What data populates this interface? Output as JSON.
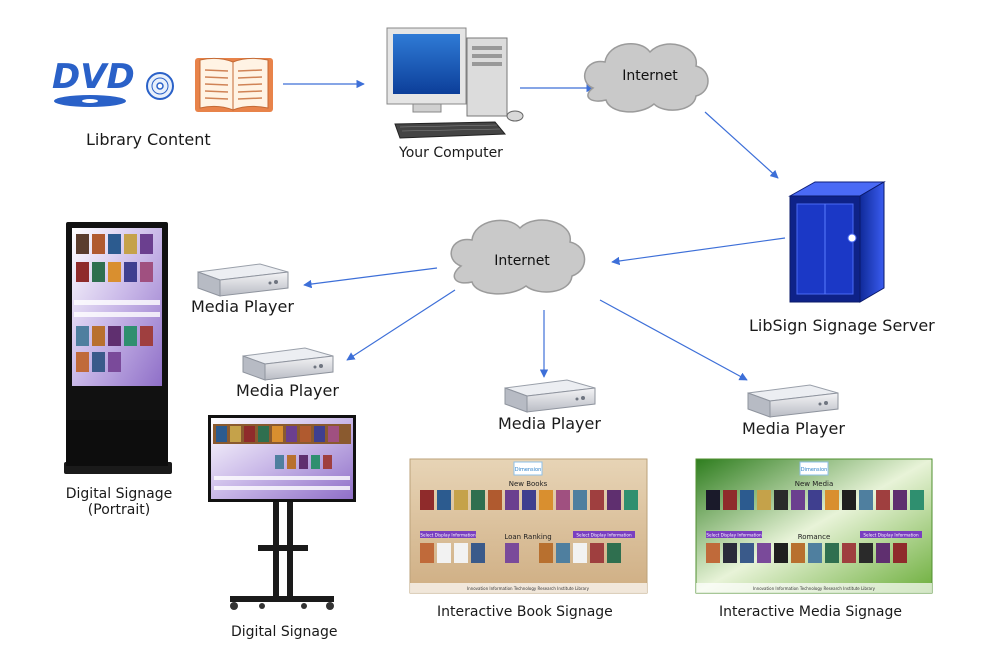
{
  "labels": {
    "library_content": "Library Content",
    "your_computer": "Your Computer",
    "internet_top": "Internet",
    "internet_mid": "Internet",
    "libsign_server": "LibSign Signage Server",
    "media_player_1": "Media Player",
    "media_player_2": "Media Player",
    "media_player_3": "Media Player",
    "media_player_4": "Media Player",
    "digital_signage_portrait_line1": "Digital Signage",
    "digital_signage_portrait_line2": "(Portrait)",
    "digital_signage": "Digital Signage",
    "interactive_book_signage": "Interactive Book Signage",
    "interactive_media_signage": "Interactive Media Signage"
  },
  "icons": {
    "dvd_logo": "DVD",
    "disc": "disc-icon",
    "book": "book-icon"
  },
  "book_signage": {
    "logo": "Dimension",
    "new_books_title": "New Books",
    "loan_ranking_title": "Loan Ranking",
    "select_display_left": "Select Display Information",
    "select_display_right": "Select Display Information",
    "footer": "Innovation Information Technology Research Institute Library"
  },
  "media_signage": {
    "logo": "Dimension",
    "new_media_title": "New Media",
    "romance_title": "Romance",
    "select_display_left": "Select Display Information",
    "select_display_right": "Select Display Information",
    "footer": "Innovation Information Technology Research Institute Library"
  },
  "colors": {
    "arrow": "#3d6fd8",
    "server_blue": "#1f3fc9",
    "dvd_blue": "#2a61c8",
    "cloud_gray": "#c8c8c8",
    "book_orange": "#e8834a"
  }
}
